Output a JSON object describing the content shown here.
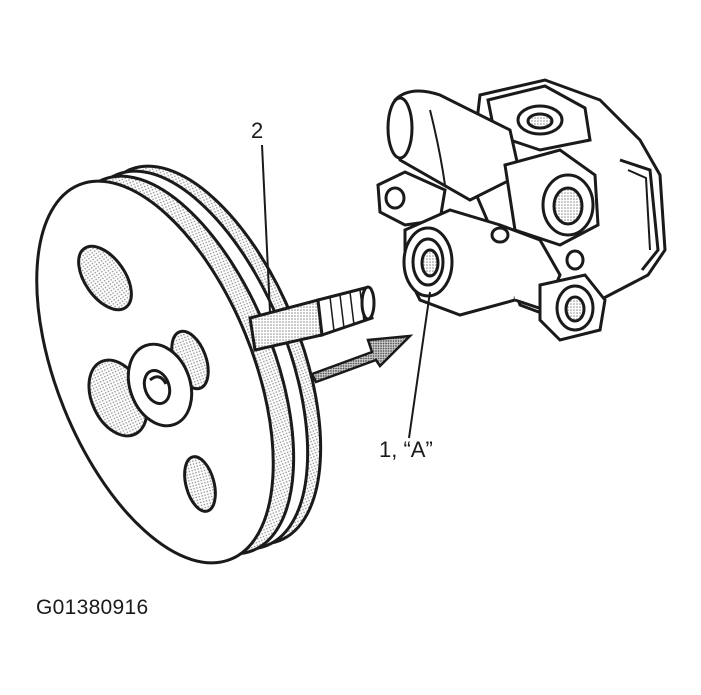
{
  "callouts": {
    "shaft": "2",
    "pump_face": "1, “A”"
  },
  "figure_id": "G01380916",
  "colors": {
    "line": "#1a1a1a",
    "shade": "#9a9a9a",
    "background": "#ffffff"
  }
}
